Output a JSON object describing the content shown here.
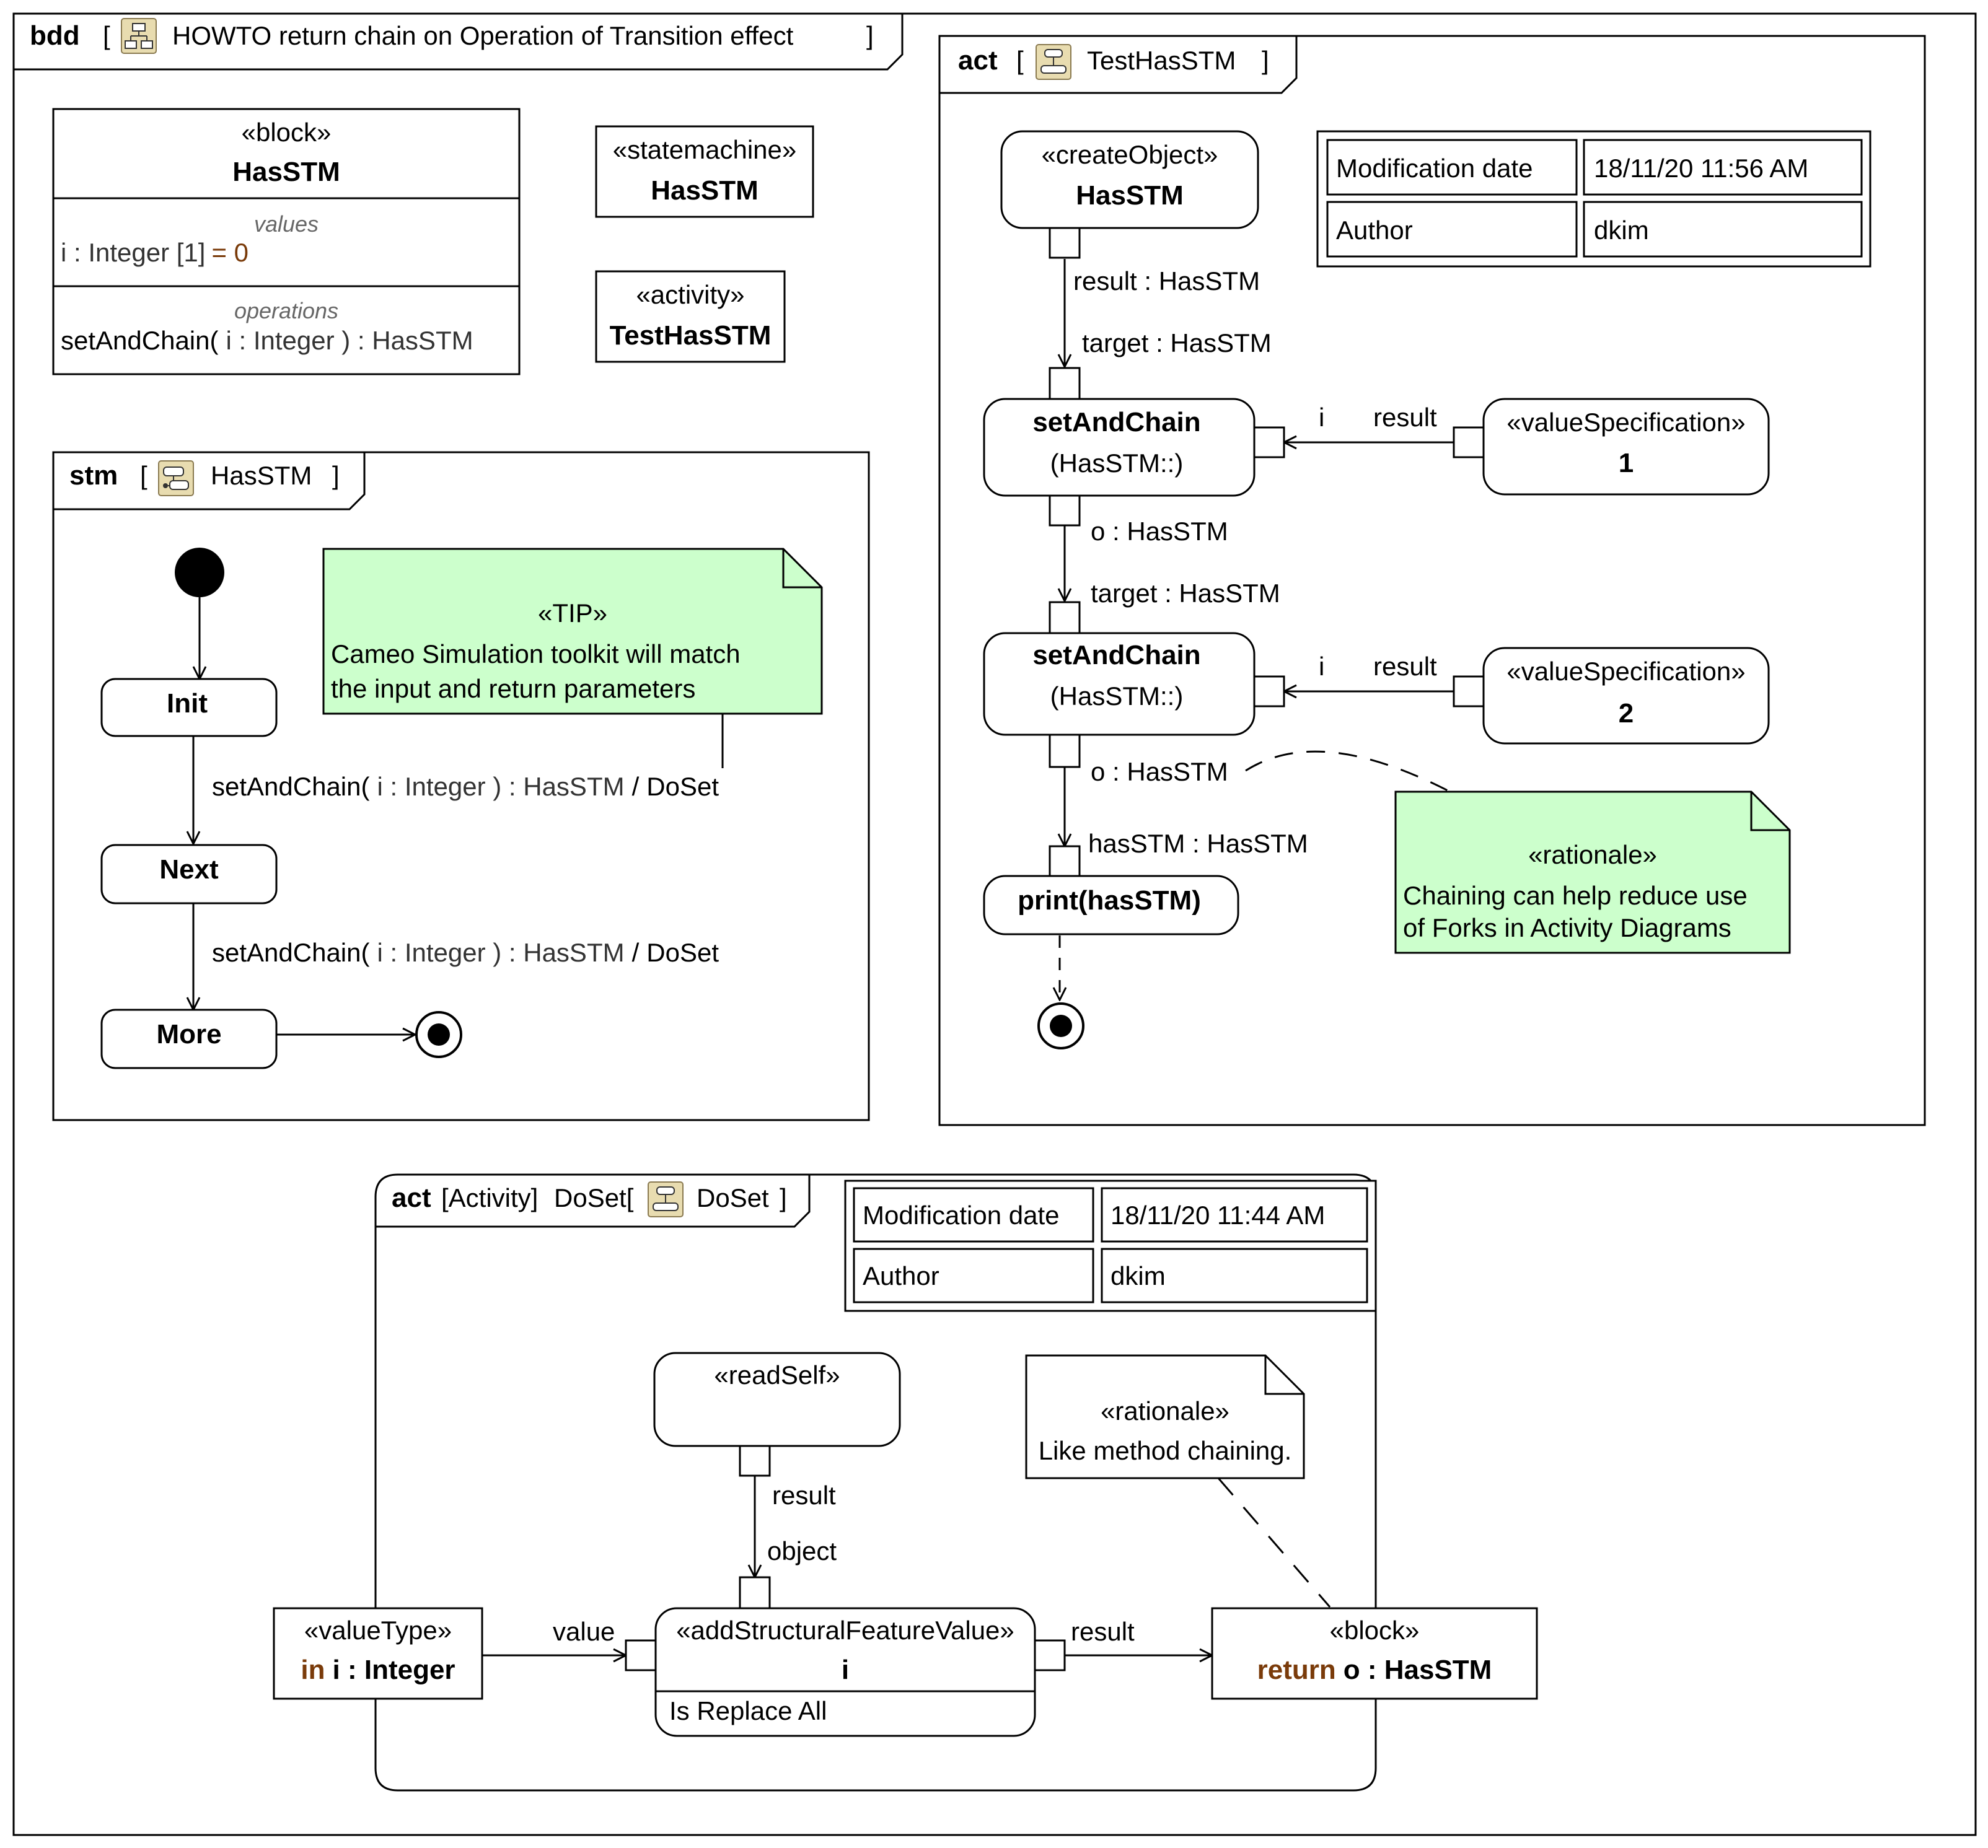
{
  "bdd": {
    "kind": "bdd",
    "name": "HOWTO return chain on Operation of Transition effect",
    "block_hasstm": {
      "stereotype": "«block»",
      "name": "HasSTM",
      "values_header": "values",
      "value_name": "i : Integer [1]",
      "value_default": "= 0",
      "operations_header": "operations",
      "operation_name": "setAndChain(",
      "operation_param": "i : Integer ) : HasSTM"
    },
    "statemachine": {
      "stereotype": "«statemachine»",
      "name": "HasSTM"
    },
    "activity": {
      "stereotype": "«activity»",
      "name": "TestHasSTM"
    }
  },
  "stm": {
    "kind": "stm",
    "name": "HasSTM",
    "states": {
      "init": "Init",
      "next": "Next",
      "more": "More"
    },
    "transition1": {
      "op": "setAndChain(",
      "param": "i : Integer ) : HasSTM",
      "sep": "/",
      "effect": "DoSet"
    },
    "transition2": {
      "op": "setAndChain(",
      "param": "i : Integer ) : HasSTM",
      "sep": "/",
      "effect": "DoSet"
    },
    "tip": {
      "stereotype": "«TIP»",
      "line1": "Cameo Simulation toolkit will match",
      "line2": "the input and return parameters"
    }
  },
  "act_test": {
    "kind": "act",
    "name": "TestHasSTM",
    "info": {
      "mod_label": "Modification date",
      "mod_value": "18/11/20 11:56 AM",
      "author_label": "Author",
      "author_value": "dkim"
    },
    "create": {
      "stereotype": "«createObject»",
      "name": "HasSTM",
      "result": "result : HasSTM"
    },
    "call1": {
      "name": "setAndChain",
      "owner": "(HasSTM::)",
      "target": "target : HasSTM",
      "input": "i",
      "output": "o : HasSTM"
    },
    "vs1": {
      "stereotype": "«valueSpecification»",
      "value": "1",
      "result": "result"
    },
    "call2": {
      "name": "setAndChain",
      "owner": "(HasSTM::)",
      "target": "target : HasSTM",
      "input": "i",
      "output": "o : HasSTM"
    },
    "vs2": {
      "stereotype": "«valueSpecification»",
      "value": "2",
      "result": "result"
    },
    "print": {
      "name": "print(hasSTM)",
      "pin": "hasSTM : HasSTM"
    },
    "rationale": {
      "stereotype": "«rationale»",
      "line1": "Chaining can help reduce use",
      "line2": "of Forks in Activity Diagrams"
    }
  },
  "act_doset": {
    "kind": "act",
    "qualifier": "[Activity]",
    "owner": "DoSet[",
    "name": "DoSet",
    "info": {
      "mod_label": "Modification date",
      "mod_value": "18/11/20 11:44 AM",
      "author_label": "Author",
      "author_value": "dkim"
    },
    "readself": {
      "stereotype": "«readSelf»",
      "result": "result"
    },
    "param_in": {
      "stereotype": "«valueType»",
      "direction": "in",
      "name": "i : Integer"
    },
    "addsfv": {
      "stereotype": "«addStructuralFeatureValue»",
      "feature": "i",
      "object": "object",
      "value": "value",
      "result": "result",
      "compartment": "Is Replace All"
    },
    "param_out": {
      "stereotype": "«block»",
      "direction": "return",
      "name": "o : HasSTM"
    },
    "rationale": {
      "stereotype": "«rationale»",
      "line1": "Like method chaining."
    }
  },
  "colors": {
    "note_green": "#ccffcc",
    "keyword_brown": "#7a3b0a",
    "icon_fill": "#e8dcb0"
  },
  "icons": [
    "diagram-icon",
    "statemachine-icon",
    "activity-icon"
  ]
}
